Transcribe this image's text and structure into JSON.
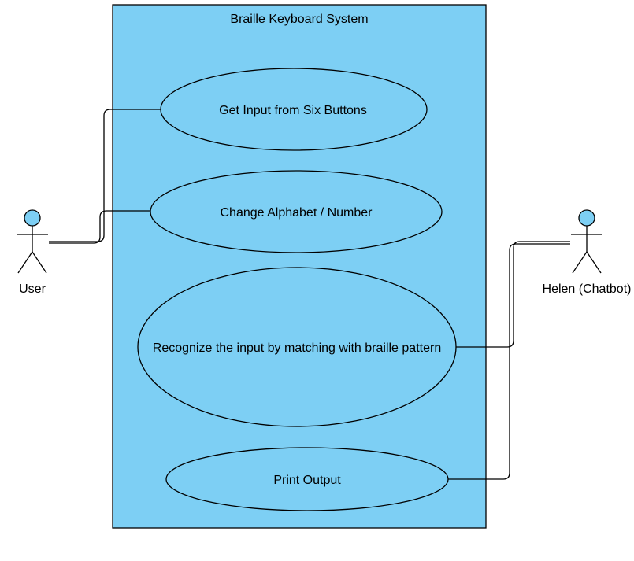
{
  "colors": {
    "boundary_fill": "#7dcff4",
    "usecase_fill": "#7dcff4",
    "actor_head_fill": "#7dcff4",
    "stroke": "#000000",
    "background": "#ffffff"
  },
  "system": {
    "title": "Braille Keyboard System"
  },
  "actors": [
    {
      "id": "user",
      "name": "User"
    },
    {
      "id": "helen",
      "name": "Helen (Chatbot)"
    }
  ],
  "use_cases": [
    {
      "id": "get-input",
      "label": "Get Input from Six Buttons"
    },
    {
      "id": "change-mode",
      "label": "Change Alphabet / Number"
    },
    {
      "id": "recognize",
      "label": "Recognize the input by matching with braille pattern"
    },
    {
      "id": "print-output",
      "label": "Print Output"
    }
  ],
  "associations": [
    {
      "from": "user",
      "to": "get-input"
    },
    {
      "from": "user",
      "to": "change-mode"
    },
    {
      "from": "helen",
      "to": "recognize"
    },
    {
      "from": "helen",
      "to": "print-output"
    }
  ]
}
